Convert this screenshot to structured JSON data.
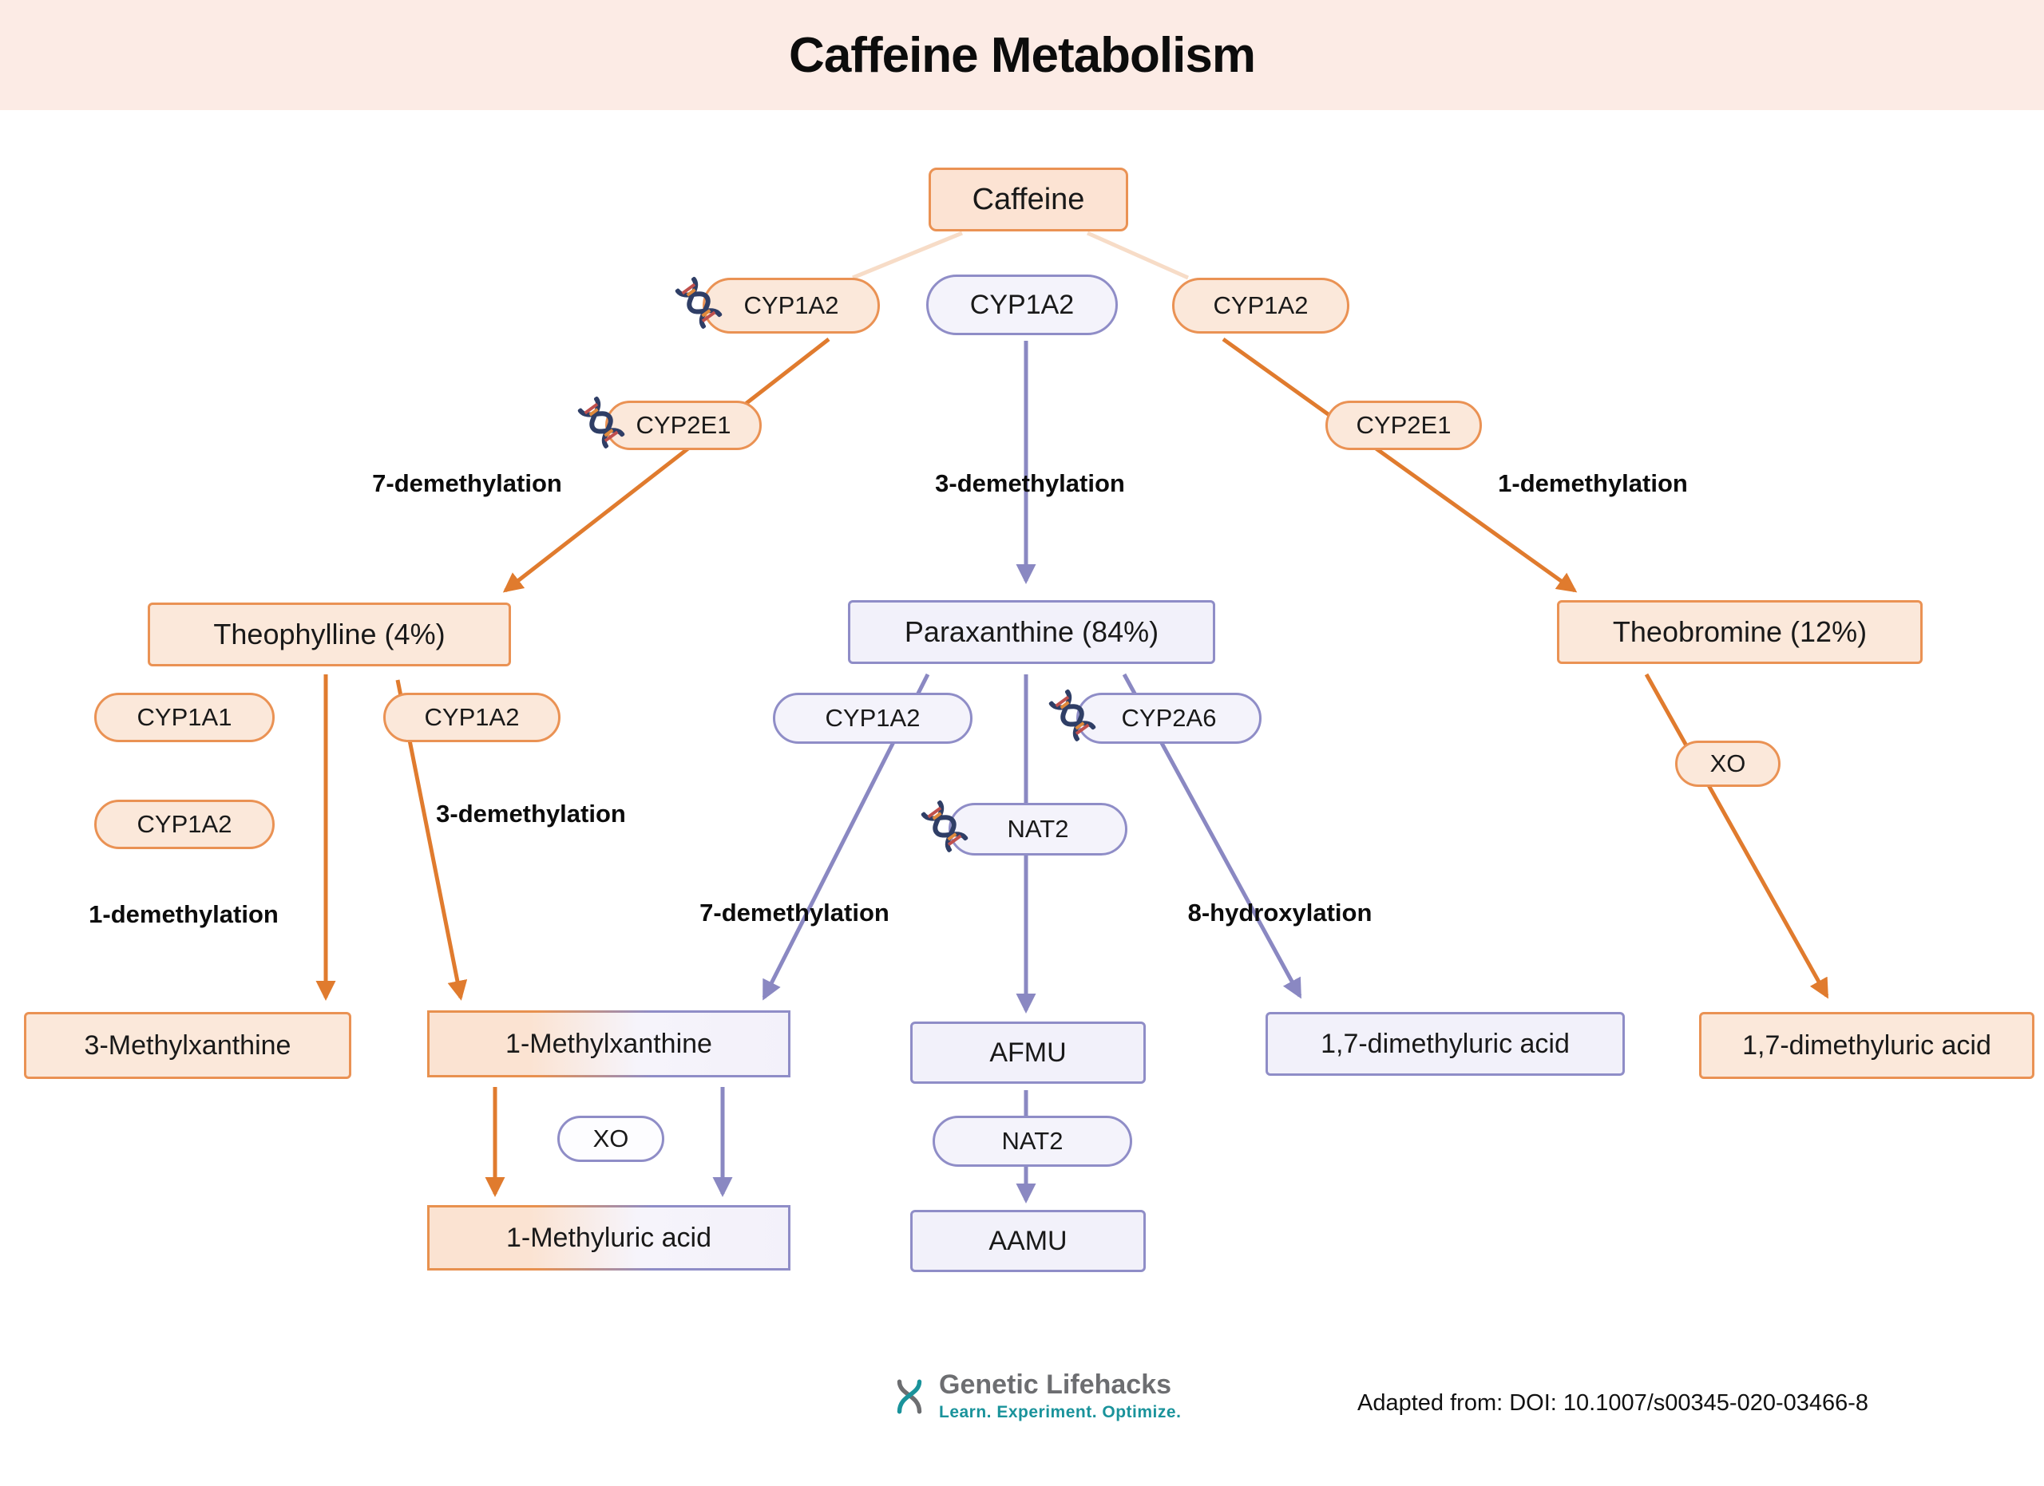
{
  "header": {
    "title": "Caffeine Metabolism"
  },
  "nodes": {
    "caffeine": {
      "label": "Caffeine"
    },
    "theophylline": {
      "label": "Theophylline (4%)"
    },
    "paraxanthine": {
      "label": "Paraxanthine (84%)"
    },
    "theobromine": {
      "label": "Theobromine (12%)"
    },
    "methylxanthine_3": {
      "label": "3-Methylxanthine"
    },
    "methylxanthine_1": {
      "label": "1-Methylxanthine"
    },
    "afmu": {
      "label": "AFMU"
    },
    "dimethyluric_center": {
      "label": "1,7-dimethyluric acid"
    },
    "dimethyluric_right": {
      "label": "1,7-dimethyluric acid"
    },
    "methyluric_1": {
      "label": "1-Methyluric acid"
    },
    "aamu": {
      "label": "AAMU"
    }
  },
  "enzymes": {
    "cyp1a2_top_left": {
      "label": "CYP1A2",
      "dna": true
    },
    "cyp1a2_top_center": {
      "label": "CYP1A2",
      "dna": false
    },
    "cyp1a2_top_right": {
      "label": "CYP1A2",
      "dna": false
    },
    "cyp2e1_left": {
      "label": "CYP2E1",
      "dna": true
    },
    "cyp2e1_right": {
      "label": "CYP2E1",
      "dna": false
    },
    "cyp1a1": {
      "label": "CYP1A1",
      "dna": false
    },
    "cyp1a2_theo_a": {
      "label": "CYP1A2",
      "dna": false
    },
    "cyp1a2_theo_b": {
      "label": "CYP1A2",
      "dna": false
    },
    "cyp1a2_para": {
      "label": "CYP1A2",
      "dna": false
    },
    "cyp2a6": {
      "label": "CYP2A6",
      "dna": true
    },
    "nat2_top": {
      "label": "NAT2",
      "dna": true
    },
    "xo_right": {
      "label": "XO",
      "dna": false
    },
    "xo_center": {
      "label": "XO",
      "dna": false
    },
    "nat2_bottom": {
      "label": "NAT2",
      "dna": false
    }
  },
  "process_labels": {
    "demeth7_top": "7-demethylation",
    "demeth3_top": "3-demethylation",
    "demeth1_top": "1-demethylation",
    "demeth3_theo": "3-demethylation",
    "demeth1_theo": "1-demethylation",
    "demeth7_para": "7-demethylation",
    "hydrox8_para": "8-hydroxylation"
  },
  "footer": {
    "brand": "Genetic Lifehacks",
    "tagline": "Learn. Experiment. Optimize.",
    "attribution": "Adapted from: DOI: 10.1007/s00345-020-03466-8"
  },
  "colors": {
    "banner": "#fcebe5",
    "orange_border": "#ea9254",
    "orange_arrow": "#e07b2e",
    "peach_fill": "#fbe8da",
    "purple_border": "#8f8dc7",
    "purple_arrow": "#8a88c2",
    "lavender_fill": "#f2f1fa",
    "dna_navy": "#2f3e66",
    "brand_gray": "#6d6e71",
    "brand_teal": "#1a939b"
  }
}
